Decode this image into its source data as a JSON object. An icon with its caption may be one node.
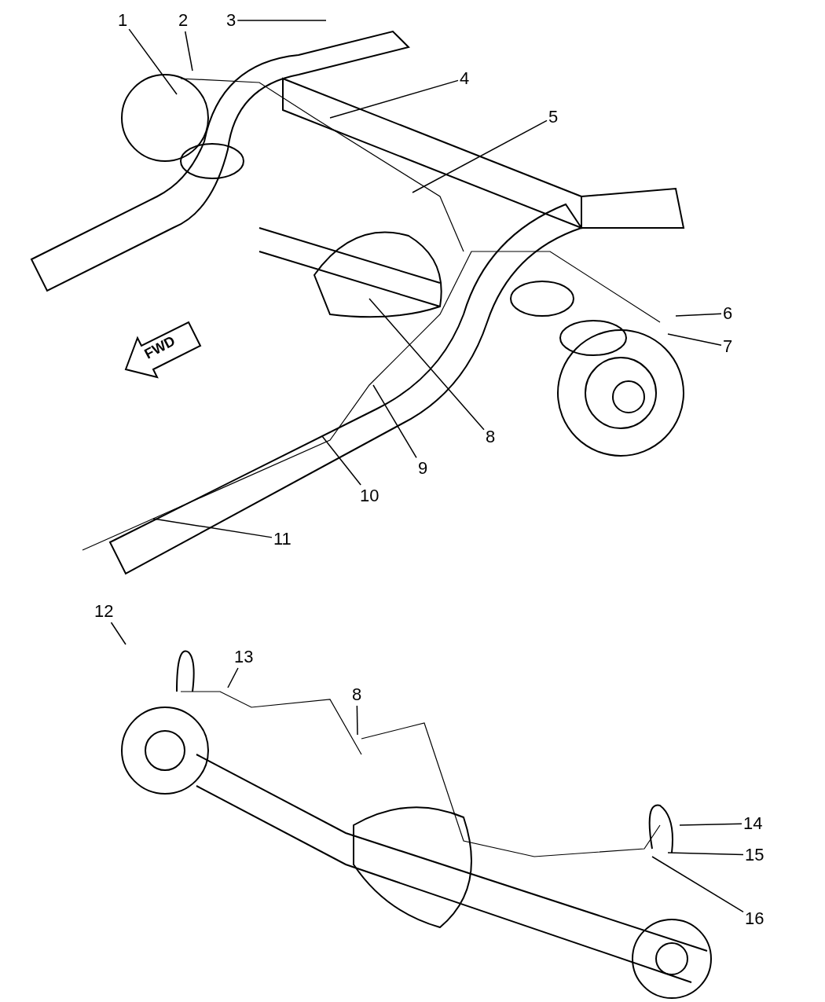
{
  "diagram": {
    "nodes": [
      {
        "text": [
          "1"
        ]
      },
      {
        "text": [
          "2"
        ]
      },
      {
        "text": [
          "3"
        ]
      },
      {
        "text": [
          "4"
        ]
      },
      {
        "text": [
          "5"
        ]
      },
      {
        "text": [
          "6"
        ]
      },
      {
        "text": [
          "7"
        ]
      },
      {
        "text": [
          "8"
        ]
      },
      {
        "text": [
          "9"
        ]
      },
      {
        "text": [
          "10"
        ]
      },
      {
        "text": [
          "11"
        ]
      },
      {
        "text": [
          "12"
        ]
      },
      {
        "text": [
          "13"
        ]
      },
      {
        "text": [
          "8"
        ]
      },
      {
        "text": [
          "14"
        ]
      },
      {
        "text": [
          "15"
        ]
      },
      {
        "text": [
          "16"
        ]
      }
    ],
    "edges": [
      {
        "from": 0,
        "to": null,
        "arrow": "none"
      },
      {
        "from": 1,
        "to": null,
        "arrow": "none"
      },
      {
        "from": 2,
        "to": null,
        "arrow": "none"
      },
      {
        "from": 3,
        "to": null,
        "arrow": "none"
      },
      {
        "from": 4,
        "to": null,
        "arrow": "none"
      },
      {
        "from": 5,
        "to": null,
        "arrow": "none"
      },
      {
        "from": 6,
        "to": null,
        "arrow": "none"
      },
      {
        "from": 7,
        "to": null,
        "arrow": "none"
      },
      {
        "from": 8,
        "to": null,
        "arrow": "none"
      },
      {
        "from": 9,
        "to": null,
        "arrow": "none"
      },
      {
        "from": 10,
        "to": null,
        "arrow": "none"
      },
      {
        "from": 11,
        "to": null,
        "arrow": "none"
      },
      {
        "from": 12,
        "to": null,
        "arrow": "none"
      },
      {
        "from": 13,
        "to": null,
        "arrow": "none"
      },
      {
        "from": 14,
        "to": null,
        "arrow": "none"
      },
      {
        "from": 15,
        "to": null,
        "arrow": "none"
      },
      {
        "from": 16,
        "to": null,
        "arrow": "none"
      }
    ],
    "labels": [
      "FWD"
    ]
  }
}
